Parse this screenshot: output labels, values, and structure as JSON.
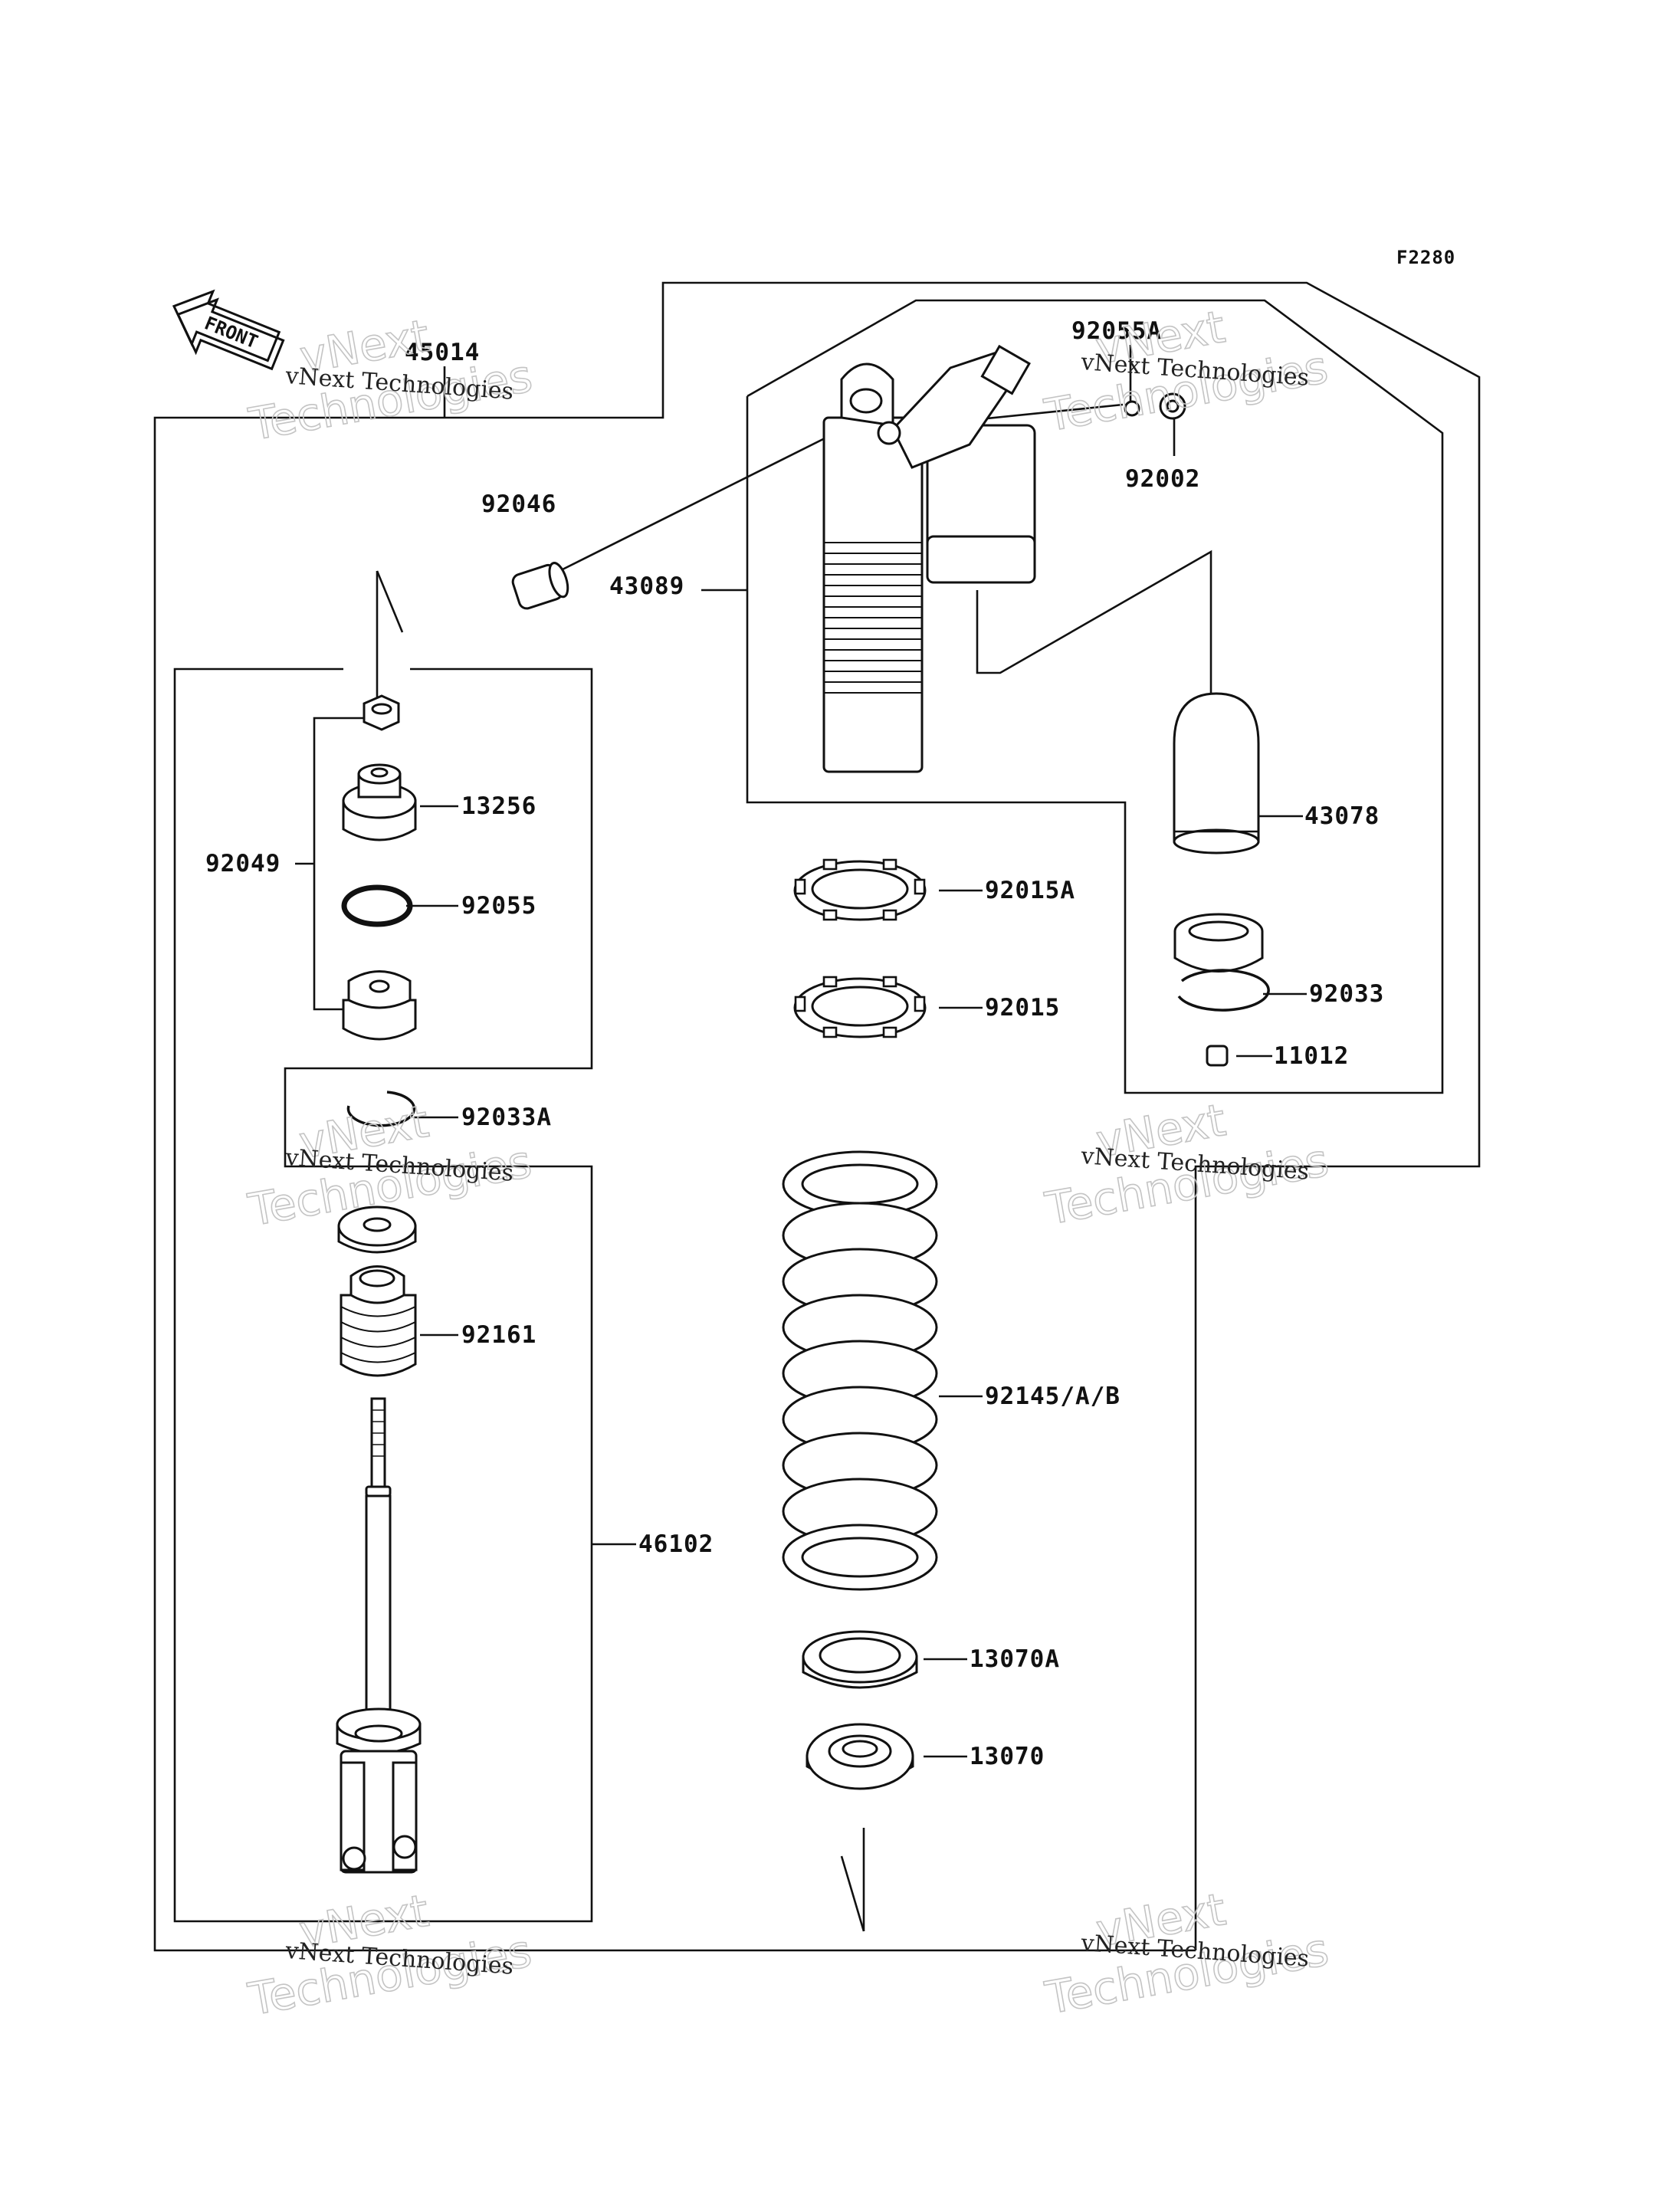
{
  "diagram": {
    "code": "F2280",
    "front_label": "FRONT",
    "watermark": {
      "line1": "vNext Technologies",
      "line2": "vNext",
      "line3": "Technologies"
    },
    "parts": [
      "45014",
      "92055A",
      "92002",
      "92046",
      "43089",
      "13256",
      "92049",
      "92055",
      "43078",
      "92015A",
      "92015",
      "92033",
      "11012",
      "92033A",
      "92161",
      "92145/A/B",
      "46102",
      "13070A",
      "13070"
    ]
  }
}
